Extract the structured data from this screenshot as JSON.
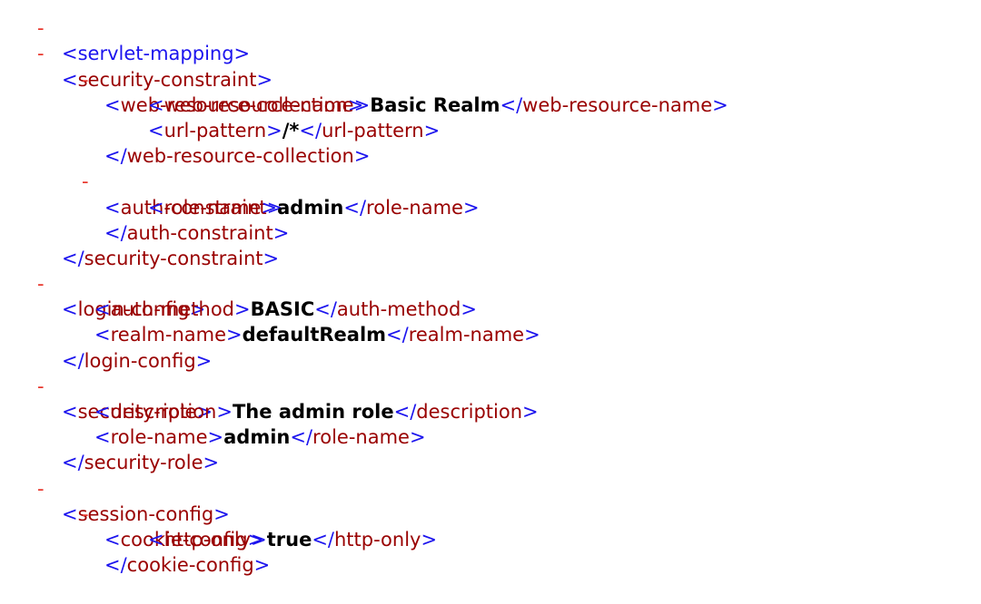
{
  "xml": {
    "top_fragment": "<servlet-mapping>",
    "security_constraint": {
      "open": "security-constraint",
      "collection": {
        "open": "web-resource-collection",
        "name_tag": "web-resource-name",
        "name_value": "Basic Realm",
        "url_tag": "url-pattern",
        "url_value": "/*",
        "close": "web-resource-collection"
      },
      "auth": {
        "open": "auth-constraint",
        "role_tag": "role-name",
        "role_value": "admin",
        "close": "auth-constraint"
      },
      "close": "security-constraint"
    },
    "login_config": {
      "open": "login-config",
      "method_tag": "auth-method",
      "method_value": "BASIC",
      "realm_tag": "realm-name",
      "realm_value": "defaultRealm",
      "close": "login-config"
    },
    "security_role": {
      "open": "security-role",
      "desc_tag": "description",
      "desc_value": "The admin role",
      "role_tag": "role-name",
      "role_value": "admin",
      "close": "security-role"
    },
    "session_config": {
      "open": "session-config",
      "cookie": {
        "open": "cookie-config",
        "http_tag": "http-only",
        "http_value": "true",
        "close": "cookie-config"
      }
    },
    "toggle_symbol": "-"
  }
}
